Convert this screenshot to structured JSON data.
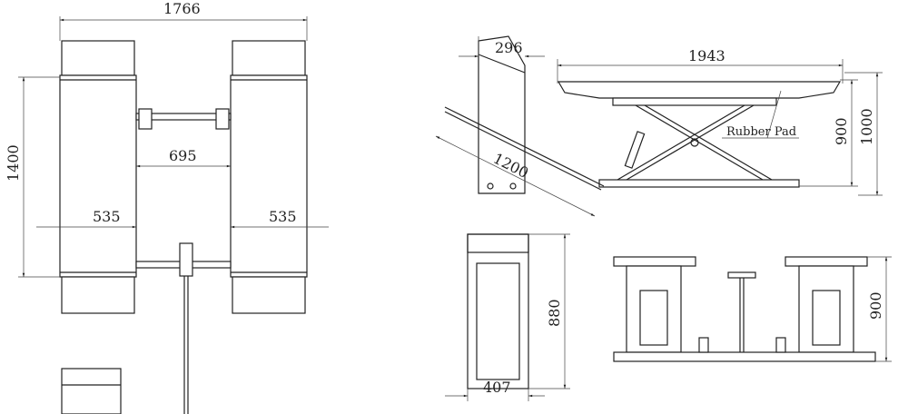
{
  "plan_view": {
    "overall_width": "1766",
    "length": "1400",
    "inner_gap": "695",
    "left_platform_width": "535",
    "right_platform_width": "535"
  },
  "side_view": {
    "post_width": "296",
    "platform_length": "1943",
    "ramp_length": "1200",
    "height_platform": "900",
    "height_total": "1000",
    "rubber_pad_label": "Rubber Pad"
  },
  "post_view": {
    "height": "880",
    "width": "407"
  },
  "front_view": {
    "height": "900"
  }
}
